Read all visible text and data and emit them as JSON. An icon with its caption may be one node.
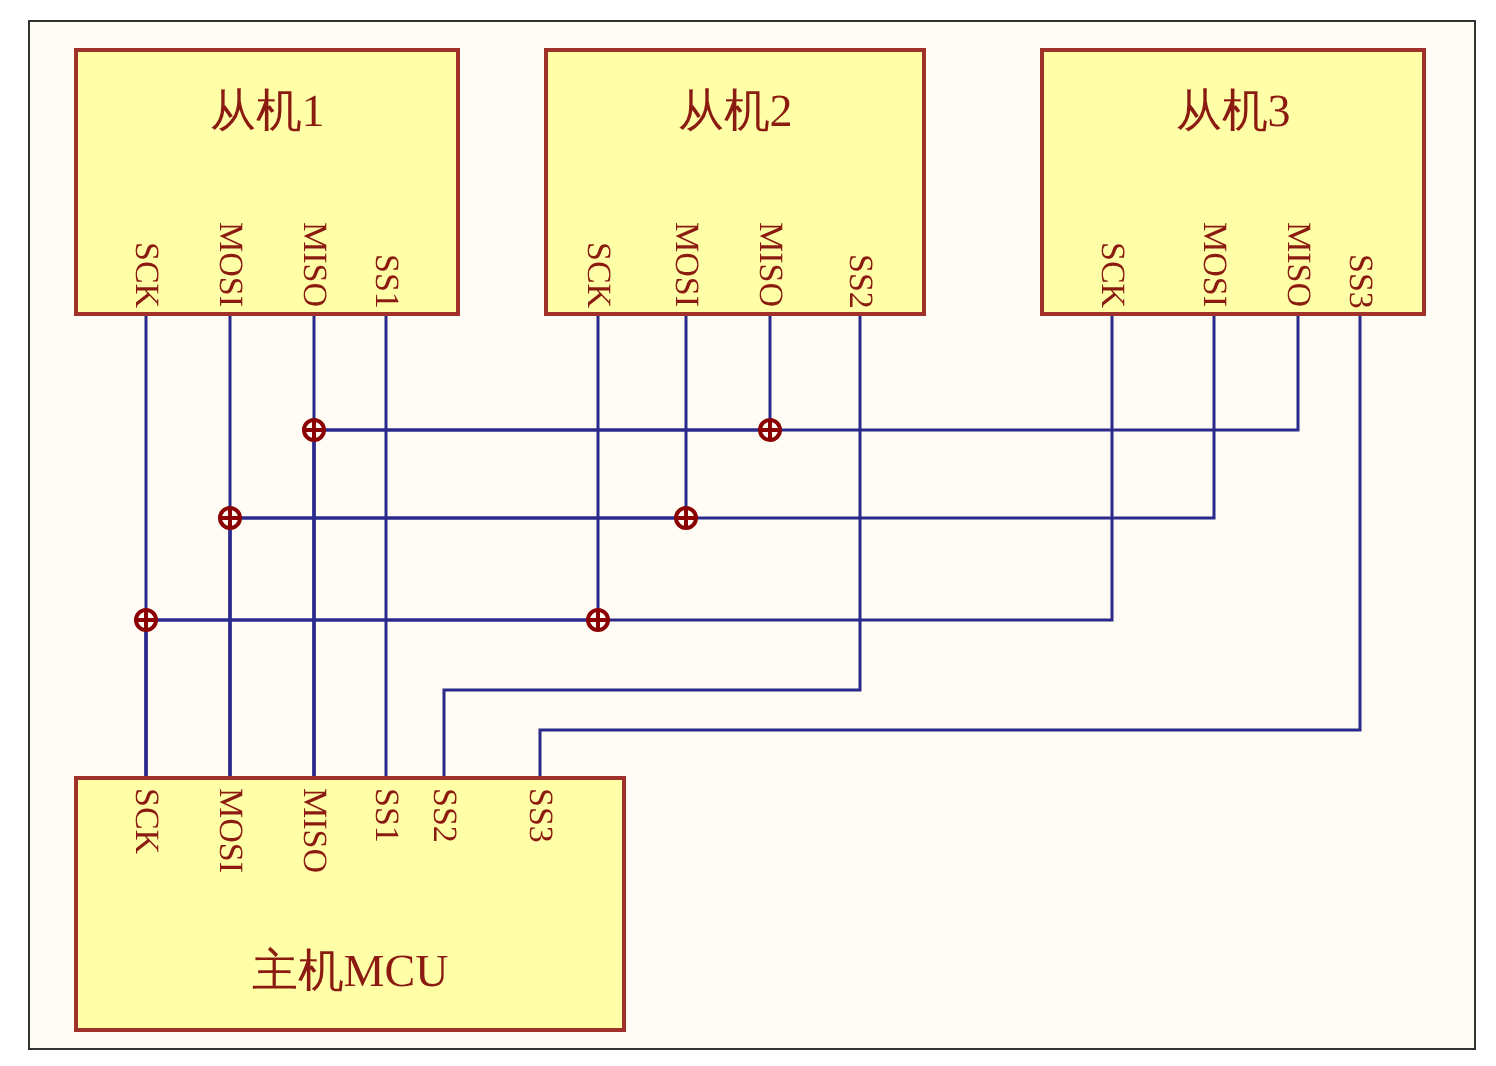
{
  "diagram": {
    "nodes": [
      {
        "text": [
          "从机1"
        ]
      },
      {
        "text": [
          "SCK"
        ],
        "in": 0
      },
      {
        "text": [
          "MOSI"
        ],
        "in": 0
      },
      {
        "text": [
          "MISO"
        ],
        "in": 0
      },
      {
        "text": [
          "SS1"
        ],
        "in": 0
      },
      {
        "text": [
          "从机2"
        ]
      },
      {
        "text": [
          "SCK"
        ],
        "in": 5
      },
      {
        "text": [
          "MOSI"
        ],
        "in": 5
      },
      {
        "text": [
          "MISO"
        ],
        "in": 5
      },
      {
        "text": [
          "SS2"
        ],
        "in": 5
      },
      {
        "text": [
          "从机3"
        ]
      },
      {
        "text": [
          "SCK"
        ],
        "in": 10
      },
      {
        "text": [
          "MOSI"
        ],
        "in": 10
      },
      {
        "text": [
          "MISO"
        ],
        "in": 10
      },
      {
        "text": [
          "SS3"
        ],
        "in": 10
      },
      {
        "text": [
          "主机MCU"
        ]
      },
      {
        "text": [
          "SCK"
        ],
        "in": 15
      },
      {
        "text": [
          "MOSI"
        ],
        "in": 15
      },
      {
        "text": [
          "MISO"
        ],
        "in": 15
      },
      {
        "text": [
          "SS1"
        ],
        "in": 15
      },
      {
        "text": [
          "SS2"
        ],
        "in": 15
      },
      {
        "text": [
          "SS3"
        ],
        "in": 15
      }
    ],
    "edges": [
      {
        "from": 1,
        "to": 16,
        "arrow": "none"
      },
      {
        "from": 6,
        "to": 16,
        "arrow": "none"
      },
      {
        "from": 11,
        "to": 16,
        "arrow": "none"
      },
      {
        "from": 2,
        "to": 17,
        "arrow": "none"
      },
      {
        "from": 7,
        "to": 17,
        "arrow": "none"
      },
      {
        "from": 12,
        "to": 17,
        "arrow": "none"
      },
      {
        "from": 3,
        "to": 18,
        "arrow": "none"
      },
      {
        "from": 8,
        "to": 18,
        "arrow": "none"
      },
      {
        "from": 13,
        "to": 18,
        "arrow": "none"
      },
      {
        "from": 4,
        "to": 19,
        "arrow": "none"
      },
      {
        "from": 9,
        "to": 20,
        "arrow": "none"
      },
      {
        "from": 14,
        "to": 21,
        "arrow": "none"
      }
    ]
  }
}
